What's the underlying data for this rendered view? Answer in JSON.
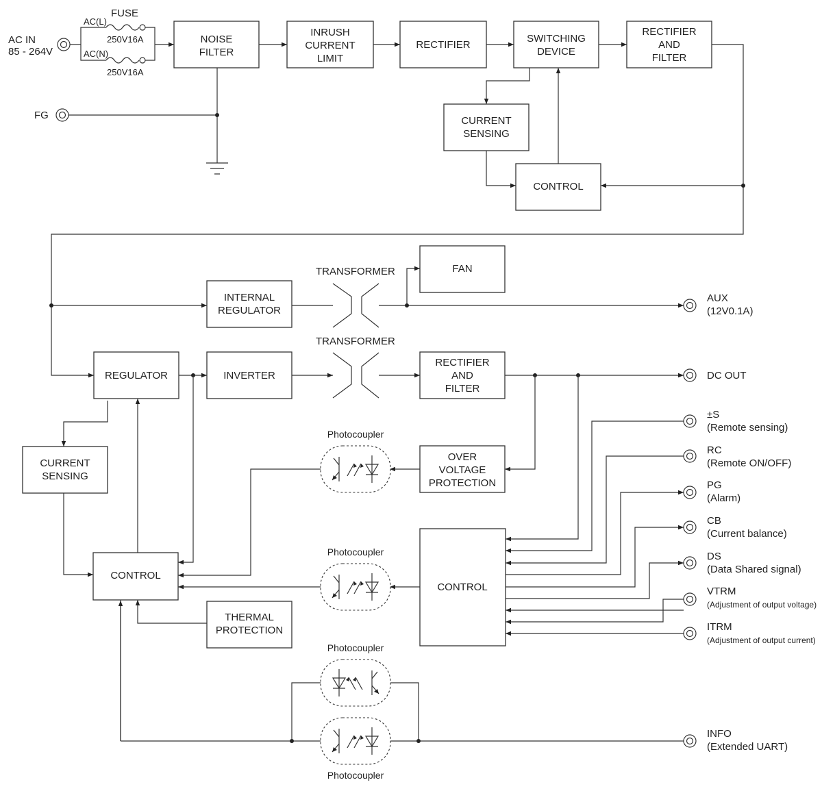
{
  "input": {
    "ac_in_label": "AC IN",
    "ac_in_range": "85 - 264V",
    "fuse_label": "FUSE",
    "ac_l_label": "AC(L)",
    "ac_n_label": "AC(N)",
    "fuse_l_rating": "250V16A",
    "fuse_n_rating": "250V16A",
    "fg_label": "FG"
  },
  "primary": {
    "noise_filter": [
      "NOISE",
      "FILTER"
    ],
    "inrush_limit": [
      "INRUSH",
      "CURRENT",
      "LIMIT"
    ],
    "rectifier": [
      "RECTIFIER"
    ],
    "switching_device": [
      "SWITCHING",
      "DEVICE"
    ],
    "rectifier_filter": [
      "RECTIFIER",
      "AND",
      "FILTER"
    ],
    "current_sensing": [
      "CURRENT",
      "SENSING"
    ],
    "control": [
      "CONTROL"
    ]
  },
  "secondary": {
    "fan": [
      "FAN"
    ],
    "internal_regulator": [
      "INTERNAL",
      "REGULATOR"
    ],
    "transformer_aux": "TRANSFORMER",
    "transformer_main": "TRANSFORMER",
    "regulator": [
      "REGULATOR"
    ],
    "inverter": [
      "INVERTER"
    ],
    "rectifier_filter": [
      "RECTIFIER",
      "AND",
      "FILTER"
    ],
    "current_sensing": [
      "CURRENT",
      "SENSING"
    ],
    "over_voltage": [
      "OVER",
      "VOLTAGE",
      "PROTECTION"
    ],
    "control_left": [
      "CONTROL"
    ],
    "control_right": [
      "CONTROL"
    ],
    "thermal": [
      "THERMAL",
      "PROTECTION"
    ]
  },
  "photocouplers": [
    "Photocoupler",
    "Photocoupler",
    "Photocoupler",
    "Photocoupler"
  ],
  "outputs": [
    {
      "name": "AUX",
      "desc": "(12V0.1A)"
    },
    {
      "name": "DC OUT",
      "desc": ""
    },
    {
      "name": "±S",
      "desc": "(Remote  sensing)"
    },
    {
      "name": "RC",
      "desc": "(Remote  ON/OFF)"
    },
    {
      "name": "PG",
      "desc": "(Alarm)"
    },
    {
      "name": "CB",
      "desc": "(Current balance)"
    },
    {
      "name": "DS",
      "desc": "(Data Shared signal)"
    },
    {
      "name": "VTRM",
      "desc": "(Adjustment of output voltage)"
    },
    {
      "name": "ITRM",
      "desc": "(Adjustment of output current)"
    },
    {
      "name": "INFO",
      "desc": "(Extended UART)"
    }
  ]
}
